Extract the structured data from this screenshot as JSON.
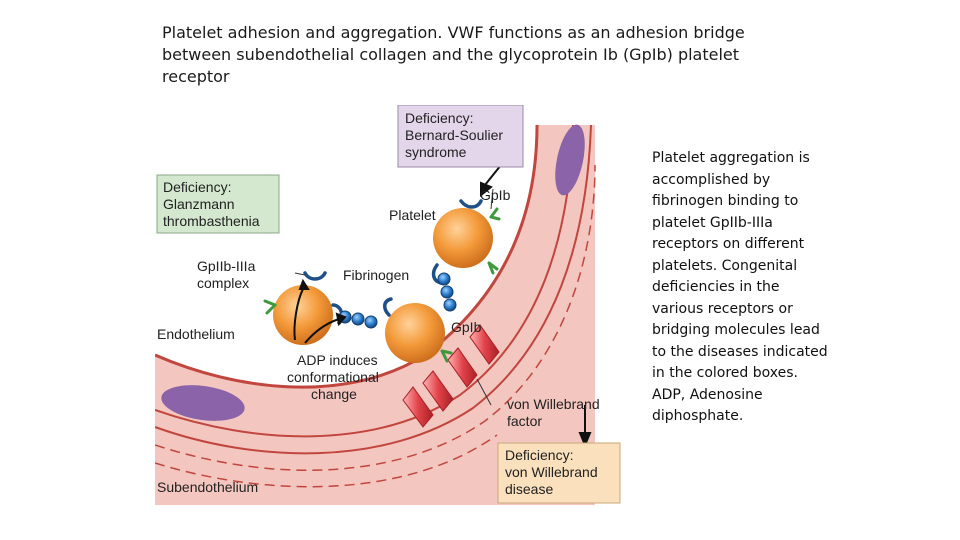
{
  "slide": {
    "title": "Platelet adhesion and aggregation. VWF functions as an adhesion bridge between subendothelial collagen and the glycoprotein Ib (GpIb) platelet receptor",
    "caption": "Platelet aggregation is accomplished by fibrinogen binding to platelet GpIIb-IIIa receptors on different platelets. Congenital deficiencies in the various receptors or bridging molecules lead to the diseases indicated in the colored boxes. ADP, Adenosine diphosphate."
  },
  "diagram": {
    "boxes": {
      "bernard_soulier": {
        "line1": "Deficiency:",
        "line2": "Bernard-Soulier",
        "line3": "syndrome",
        "color": "#e4d6ea"
      },
      "glanzmann": {
        "line1": "Deficiency:",
        "line2": "Glanzmann",
        "line3": "thrombasthenia",
        "color": "#d4e8cf"
      },
      "von_willebrand": {
        "line1": "Deficiency:",
        "line2": "von Willebrand",
        "line3": "disease",
        "color": "#fbe0bd"
      }
    },
    "labels": {
      "gpib_top": "GpIb",
      "platelet": "Platelet",
      "gpiib_iiia_line1": "GpIIb-IIIa",
      "gpiib_iiia_line2": "complex",
      "fibrinogen": "Fibrinogen",
      "endothelium": "Endothelium",
      "gpib_lower": "GpIb",
      "adp_line1": "ADP induces",
      "adp_line2": "conformational",
      "adp_line3": "change",
      "vwf_line1": "von Willebrand",
      "vwf_line2": "factor",
      "subendothelium": "Subendothelium"
    },
    "colors": {
      "vessel_wall": "#f4c6c0",
      "wall_lines": "#c0463e",
      "nucleus": "#8b63a8",
      "platelet": "#f39a3a",
      "receptor_green": "#3c9a3c",
      "fibrinogen_blue": "#2e7fd0",
      "vwf_red": "#e2434a"
    }
  }
}
